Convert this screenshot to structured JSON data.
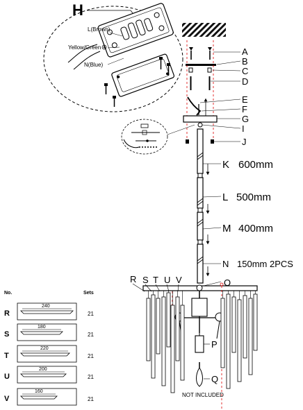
{
  "junction_box": {
    "label": "H",
    "wire_brown": "L(Brown)",
    "wire_yellow_green": "Yellow/Green",
    "wire_blue": "N(Blue)"
  },
  "parts": {
    "A": "A",
    "B": "B",
    "C": "C",
    "D": "D",
    "E": "E",
    "F": "F",
    "G": "G",
    "I": "I",
    "J": "J",
    "P": "P",
    "Q": "Q"
  },
  "rods": {
    "K": {
      "letter": "K",
      "size": "600mm"
    },
    "L": {
      "letter": "L",
      "size": "500mm"
    },
    "M": {
      "letter": "M",
      "size": "400mm"
    },
    "N": {
      "letter": "N",
      "size": "150mm  2PCS"
    }
  },
  "ring": {
    "O": "O",
    "letters": [
      "R",
      "S",
      "T",
      "U",
      "V"
    ]
  },
  "bulb_note": "NOT INCLUDED",
  "crystal_table": {
    "col_no": "No.",
    "col_sets": "Sets",
    "rows": [
      {
        "id": "R",
        "length": "240",
        "sets": "21"
      },
      {
        "id": "S",
        "length": "180",
        "sets": "21"
      },
      {
        "id": "T",
        "length": "220",
        "sets": "21"
      },
      {
        "id": "U",
        "length": "200",
        "sets": "21"
      },
      {
        "id": "V",
        "length": "160",
        "sets": "21"
      }
    ]
  }
}
